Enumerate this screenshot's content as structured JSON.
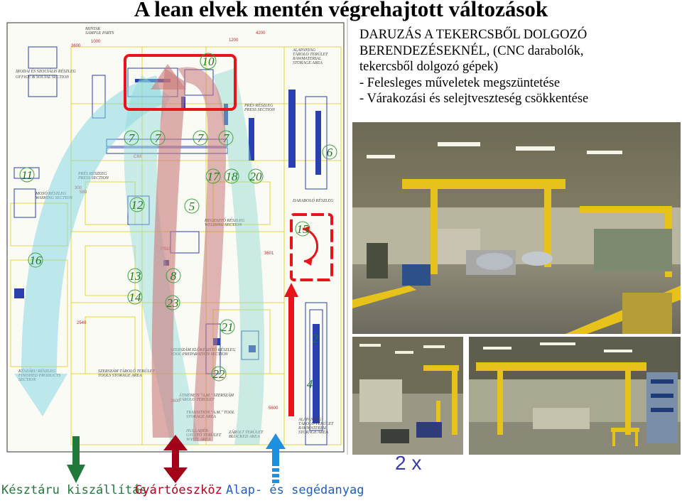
{
  "title": "A lean elvek mentén végrehajtott változások",
  "description": {
    "lines": [
      "DARUZÁS A TEKERCSBŐL DOLGOZÓ",
      "BERENDEZÉSEKNÉL, (CNC darabolók,",
      "tekercsből dolgozó gépek)",
      "- Felesleges műveletek megszüntetése",
      "- Várakozási és selejtveszteség csökkentése"
    ]
  },
  "count_label": "2 x",
  "legend": {
    "finished_goods": "Késztáru kiszállítás",
    "tooling": "Gyártóeszköz",
    "materials": "Alap- és segédanyag"
  },
  "colors": {
    "green_flow": "#1f7a3a",
    "red_flow": "#b3001b",
    "blue_flow": "#1f8fe0",
    "highlight": "#e8141c",
    "station_number": "#1d7a1d"
  },
  "floorplan": {
    "station_numbers": [
      "10",
      "7",
      "7",
      "7",
      "7",
      "6",
      "17",
      "18",
      "20",
      "11",
      "12",
      "5",
      "15",
      "16",
      "13",
      "8",
      "14",
      "23",
      "21",
      "22",
      "4",
      "2"
    ],
    "area_labels": [
      "MINTAK SAMPLE PARTS",
      "IRODAI ÉS SZOCIÁLIS RÉSZLEG OFFICE & SOCIAL SECTION",
      "ALAPANYAG TÁROLÓ TERÜLET RAWMATERIAL STORAGE AREA",
      "PRÉS RÉSZLEG PRESS SECTION",
      "MOSÓ RÉSZLEG WASHING SECTION",
      "HEGESZTŐ RÉSZLEG WELDING SECTION",
      "DARABOLÓ RÉSZLEG",
      "KÉSZÁRU RÉSZLEG FINISHED PRODUCTS SECTION",
      "SZERSZÁM ELŐKÉSZÍTŐ RÉSZLEG TOOL PREPARATION SECTION",
      "SZERSZÁM TÁROLÓ TERÜLET TOOLS STORAGE AREA",
      "ÁTMENETI \"A.M.\" SZERSZÁM TÁROLÓ TERÜLET",
      "TRANSITION \"A.M.\" TOOL STORAGE AREA",
      "HULLADÉK-GYŰJTŐ TERÜLET WASTE AREA",
      "ZÁROLT TERÜLET BLOCKED AREA",
      "ALAPANYAG TÁROLÓ TERÜLET RAWMATERIAL STORAGE AREA"
    ]
  }
}
